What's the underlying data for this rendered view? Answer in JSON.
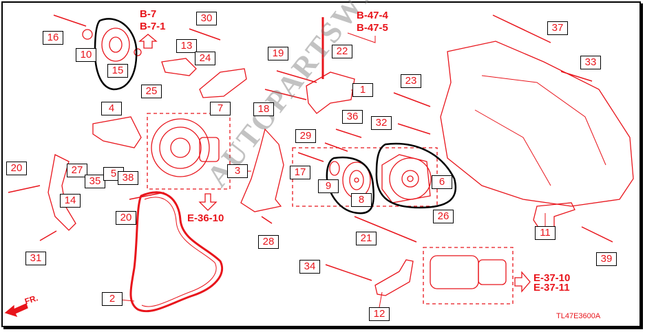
{
  "diagram_code": "TL47E3600A",
  "watermark": "AUTOPARTSWEB ©",
  "colors": {
    "parts": "#e8141b",
    "highlight": "#000000"
  },
  "refs": {
    "b7": [
      "B-7",
      "B-7-1"
    ],
    "b47": [
      "B-47-4",
      "B-47-5"
    ],
    "e36": "E-36-10",
    "e37": [
      "E-37-10",
      "E-37-11"
    ],
    "front": "FR."
  },
  "callouts": [
    "16",
    "10",
    "15",
    "30",
    "13",
    "24",
    "7",
    "25",
    "4",
    "27",
    "35",
    "5",
    "38",
    "20",
    "14",
    "31",
    "20",
    "2",
    "3",
    "28",
    "19",
    "22",
    "1",
    "18",
    "23",
    "37",
    "33",
    "36",
    "32",
    "29",
    "17",
    "9",
    "8",
    "6",
    "21",
    "26",
    "11",
    "39",
    "34",
    "12"
  ]
}
